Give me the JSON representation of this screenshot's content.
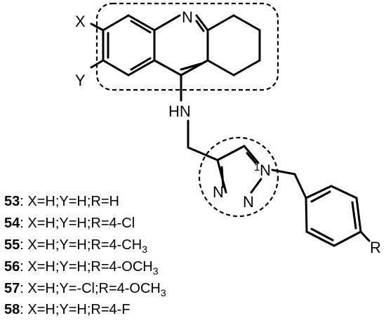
{
  "atoms": {
    "x": "X",
    "y": "Y",
    "n_acridine": "N",
    "hn": "HN",
    "n1": "N",
    "n2": "N",
    "n3": "N",
    "n_ring_locant": "1",
    "r": "R"
  },
  "compounds": [
    {
      "id": "53",
      "text": ": X=H;Y=H;R=H"
    },
    {
      "id": "54",
      "text": ": X=H;Y=H;R=4-Cl"
    },
    {
      "id": "55",
      "text": ": X=H;Y=H;R=4-CH",
      "sub": "3"
    },
    {
      "id": "56",
      "text": ": X=H;Y=H;R=4-OCH",
      "sub": "3"
    },
    {
      "id": "57",
      "text": ": X=H;Y=-Cl;R=4-OCH",
      "sub": "3"
    },
    {
      "id": "58",
      "text": ": X=H;Y=H;R=4-F"
    }
  ]
}
